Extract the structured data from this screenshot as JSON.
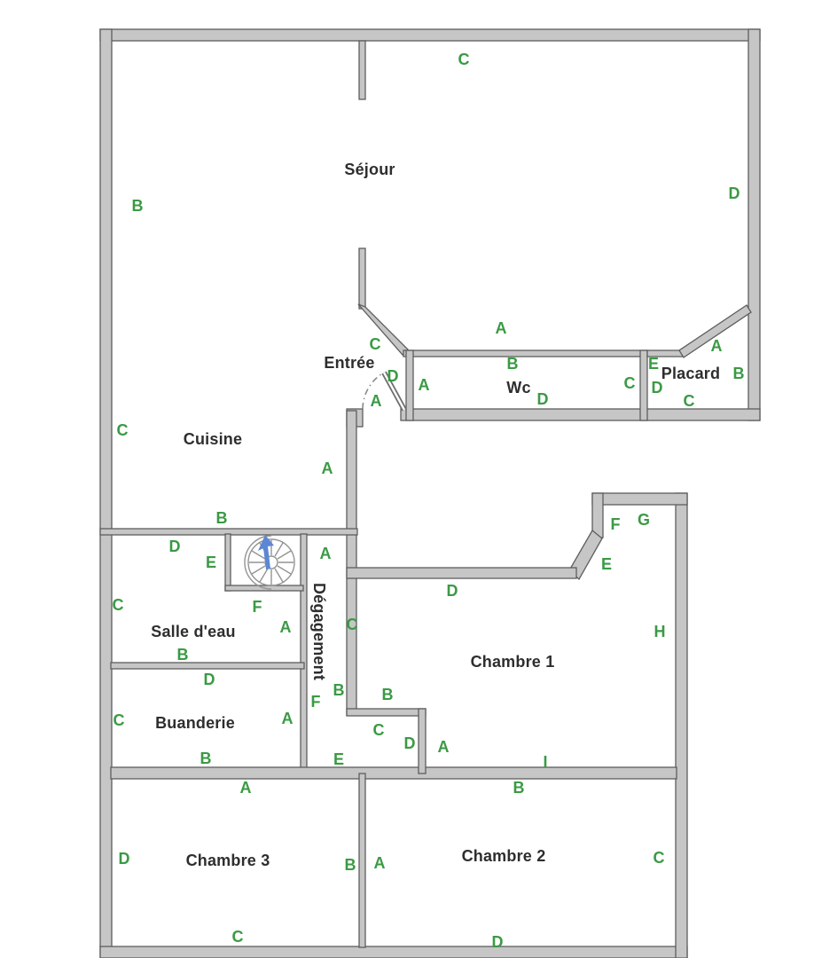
{
  "colors": {
    "wall_fill": "#c6c6c6",
    "wall_edge": "#5d5d5d",
    "label_green": "#3a9a44",
    "room_text": "#2e2e2e",
    "stairs_arrow": "#5b87d5",
    "stairs_line": "#949494",
    "door_line": "#6f6f6f"
  },
  "rooms": {
    "sejour": "Séjour",
    "entree": "Entrée",
    "wc": "Wc",
    "placard": "Placard",
    "cuisine": "Cuisine",
    "salle_deau": "Salle d'eau",
    "degagement": "Dégagement",
    "buanderie": "Buanderie",
    "chambre1": "Chambre 1",
    "chambre2": "Chambre 2",
    "chambre3": "Chambre 3"
  },
  "marks": [
    "C",
    "B",
    "D",
    "A",
    "C",
    "A",
    "B",
    "E",
    "B",
    "D",
    "C",
    "A",
    "D",
    "D",
    "A",
    "C",
    "C",
    "A",
    "B",
    "F",
    "G",
    "D",
    "A",
    "E",
    "E",
    "D",
    "C",
    "F",
    "C",
    "A",
    "H",
    "B",
    "D",
    "B",
    "B",
    "F",
    "A",
    "C",
    "C",
    "D",
    "A",
    "B",
    "E",
    "I",
    "A",
    "B",
    "D",
    "A",
    "B",
    "C",
    "C",
    "D"
  ]
}
